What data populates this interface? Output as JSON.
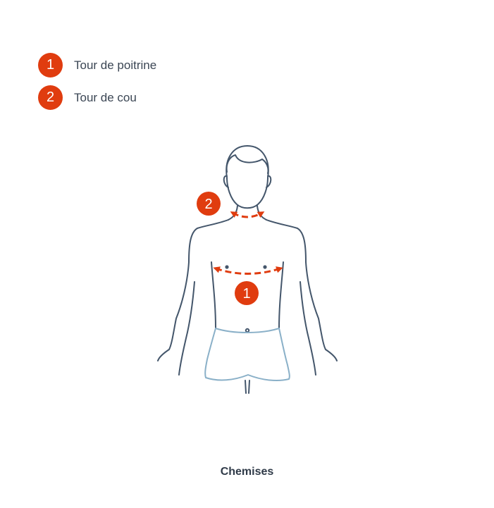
{
  "colors": {
    "accent": "#e03c0f",
    "body_outline": "#44566b",
    "shorts_outline": "#8ab0c8",
    "text": "#3b4654"
  },
  "legend": [
    {
      "number": "1",
      "label": "Tour de poitrine"
    },
    {
      "number": "2",
      "label": "Tour de cou"
    }
  ],
  "figure": {
    "markers": [
      {
        "number": "1",
        "measure": "chest"
      },
      {
        "number": "2",
        "measure": "neck"
      }
    ]
  },
  "caption": "Chemises"
}
